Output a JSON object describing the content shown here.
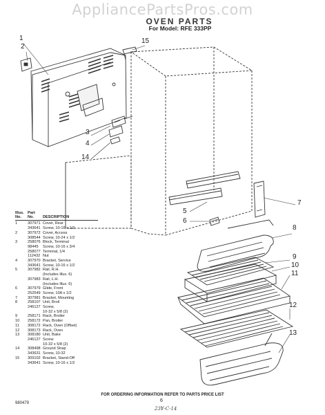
{
  "watermark": "AppliancePartsPros.com",
  "header": {
    "title": "OVEN PARTS",
    "model": "For Model: RFE 333PP"
  },
  "callouts": [
    "1",
    "2",
    "15",
    "3",
    "4",
    "14",
    "7",
    "5",
    "6",
    "8",
    "9",
    "10",
    "11",
    "12",
    "13"
  ],
  "parts_table": {
    "col_illus": "Illus.",
    "col_illus2": "No.",
    "col_part": "Part",
    "col_part2": "No.",
    "col_desc": "DESCRIPTION",
    "rows": [
      [
        "1",
        "307971",
        "Cover, Rear"
      ],
      [
        "",
        "343641",
        "Screw, 10-16 x 1/2"
      ],
      [
        "2",
        "307972",
        "Cover, Access"
      ],
      [
        "",
        "308544",
        "Screw, 10-24 x 1/2"
      ],
      [
        "3",
        "258076",
        "Block, Terminal"
      ],
      [
        "",
        "98445",
        "Screw, 10-16 x 3/4"
      ],
      [
        "",
        "258077",
        "Terminal, 1/4"
      ],
      [
        "",
        "112432",
        "Nut"
      ],
      [
        "4",
        "307970",
        "Bracket, Service"
      ],
      [
        "",
        "343641",
        "Screw, 10-16 x 1/2"
      ],
      [
        "5",
        "307982",
        "Rail, R.H."
      ],
      [
        "",
        "",
        "(Includes Illus. 6)"
      ],
      [
        "",
        "307983",
        "Rail, L.H."
      ],
      [
        "",
        "",
        "(Includes Illus. 6)"
      ],
      [
        "6",
        "307979",
        "Glide, Front"
      ],
      [
        "",
        "252549",
        "Screw, 10A x 1/2"
      ],
      [
        "7",
        "307981",
        "Bracket, Mounting"
      ],
      [
        "8",
        "258107",
        "Unit, Broil"
      ],
      [
        "",
        "246127",
        "Screw,"
      ],
      [
        "",
        "",
        "10-32 x 5/8 (2)"
      ],
      [
        "9",
        "258171",
        "Rack, Broiler"
      ],
      [
        "10",
        "258172",
        "Pan, Broiler"
      ],
      [
        "11",
        "308172",
        "Rack, Oven (Offset)"
      ],
      [
        "12",
        "308173",
        "Rack, Oven"
      ],
      [
        "13",
        "308180",
        "Unit, Bake"
      ],
      [
        "",
        "246127",
        "Screw"
      ],
      [
        "",
        "",
        "10-32 x 5/8 (2)"
      ],
      [
        "14",
        "308498",
        "Ground Strap"
      ],
      [
        "",
        "343631",
        "Screw, 10-32"
      ],
      [
        "15",
        "309102",
        "Bracket, Stand-Off"
      ],
      [
        "",
        "343641",
        "Screw, 10-16 x 1/2"
      ]
    ]
  },
  "footer": "FOR ORDERING INFORMATION REFER TO PARTS PRICE LIST",
  "doc_number": "980479",
  "page_number": "6",
  "handwritten": "23¥-C-14"
}
